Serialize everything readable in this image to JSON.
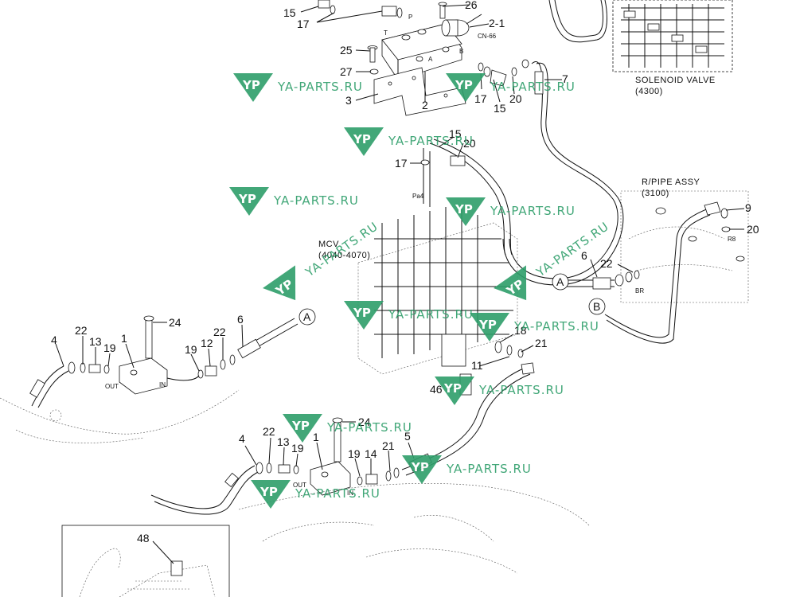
{
  "callouts": [
    {
      "id": "c15a",
      "text": "15"
    },
    {
      "id": "c17a",
      "text": "17"
    },
    {
      "id": "c26",
      "text": "26"
    },
    {
      "id": "c2_1",
      "text": "2-1"
    },
    {
      "id": "c25",
      "text": "25"
    },
    {
      "id": "c27",
      "text": "27"
    },
    {
      "id": "c3",
      "text": "3"
    },
    {
      "id": "c2",
      "text": "2"
    },
    {
      "id": "c7",
      "text": "7"
    },
    {
      "id": "c17b",
      "text": "17"
    },
    {
      "id": "c20a",
      "text": "20"
    },
    {
      "id": "c15b",
      "text": "15"
    },
    {
      "id": "c15c",
      "text": "15"
    },
    {
      "id": "c20b",
      "text": "20"
    },
    {
      "id": "c17c",
      "text": "17"
    },
    {
      "id": "c9",
      "text": "9"
    },
    {
      "id": "c20c",
      "text": "20"
    },
    {
      "id": "c6a",
      "text": "6"
    },
    {
      "id": "c22a",
      "text": "22"
    },
    {
      "id": "c24a",
      "text": "24"
    },
    {
      "id": "c4a",
      "text": "4"
    },
    {
      "id": "c22b",
      "text": "22"
    },
    {
      "id": "c13a",
      "text": "13"
    },
    {
      "id": "c19a",
      "text": "19"
    },
    {
      "id": "c1a",
      "text": "1"
    },
    {
      "id": "c19b",
      "text": "19"
    },
    {
      "id": "c12",
      "text": "12"
    },
    {
      "id": "c22c",
      "text": "22"
    },
    {
      "id": "c6b",
      "text": "6"
    },
    {
      "id": "c18",
      "text": "18"
    },
    {
      "id": "c21a",
      "text": "21"
    },
    {
      "id": "c11",
      "text": "11"
    },
    {
      "id": "c46",
      "text": "46"
    },
    {
      "id": "c24b",
      "text": "24"
    },
    {
      "id": "c4b",
      "text": "4"
    },
    {
      "id": "c22d",
      "text": "22"
    },
    {
      "id": "c13b",
      "text": "13"
    },
    {
      "id": "c1b",
      "text": "1"
    },
    {
      "id": "c19c",
      "text": "19"
    },
    {
      "id": "c19d",
      "text": "19"
    },
    {
      "id": "c14",
      "text": "14"
    },
    {
      "id": "c21b",
      "text": "21"
    },
    {
      "id": "c5",
      "text": "5"
    },
    {
      "id": "c48",
      "text": "48"
    }
  ],
  "labels": {
    "solenoid_valve": "SOLENOID VALVE",
    "solenoid_valve_ref": "(4300)",
    "rpipe_assy": "R/PIPE ASSY",
    "rpipe_ref": "(3100)",
    "mcv": "MCV",
    "mcv_ref": "(4040-4070)",
    "cn66": "CN-66",
    "port_p": "P",
    "port_t": "T",
    "port_a": "A",
    "port_b": "B",
    "pa4": "Pa4",
    "r8": "R8",
    "br": "BR",
    "out_a": "OUT",
    "in_a": "IN",
    "out_b": "OUT",
    "in_b": "IN",
    "conn_a1": "A",
    "conn_a2": "A",
    "conn_b": "B"
  },
  "watermarks": [
    {
      "id": "w1",
      "text": "YA-PARTS.RU"
    },
    {
      "id": "w2",
      "text": "YA-PARTS.RU"
    },
    {
      "id": "w3",
      "text": "YA-PARTS.RU"
    },
    {
      "id": "w4",
      "text": "YA-PARTS.RU"
    },
    {
      "id": "w5",
      "text": "YA-PARTS.RU"
    },
    {
      "id": "w6",
      "text": "YA-PARTS.RU"
    },
    {
      "id": "w7",
      "text": "YA-PARTS.RU"
    },
    {
      "id": "w8",
      "text": "YA-PARTS.RU"
    },
    {
      "id": "w9",
      "text": "YA-PARTS.RU"
    },
    {
      "id": "w10",
      "text": "YA-PARTS.RU"
    },
    {
      "id": "w11",
      "text": "YA-PARTS.RU"
    },
    {
      "id": "w12",
      "text": "YA-PARTS.RU"
    },
    {
      "id": "w13",
      "text": "YA-PARTS.RU"
    }
  ],
  "watermark_logo_text": "YP",
  "colors": {
    "ink": "#111111",
    "watermark": "#2e9e6a",
    "background": "#ffffff"
  }
}
